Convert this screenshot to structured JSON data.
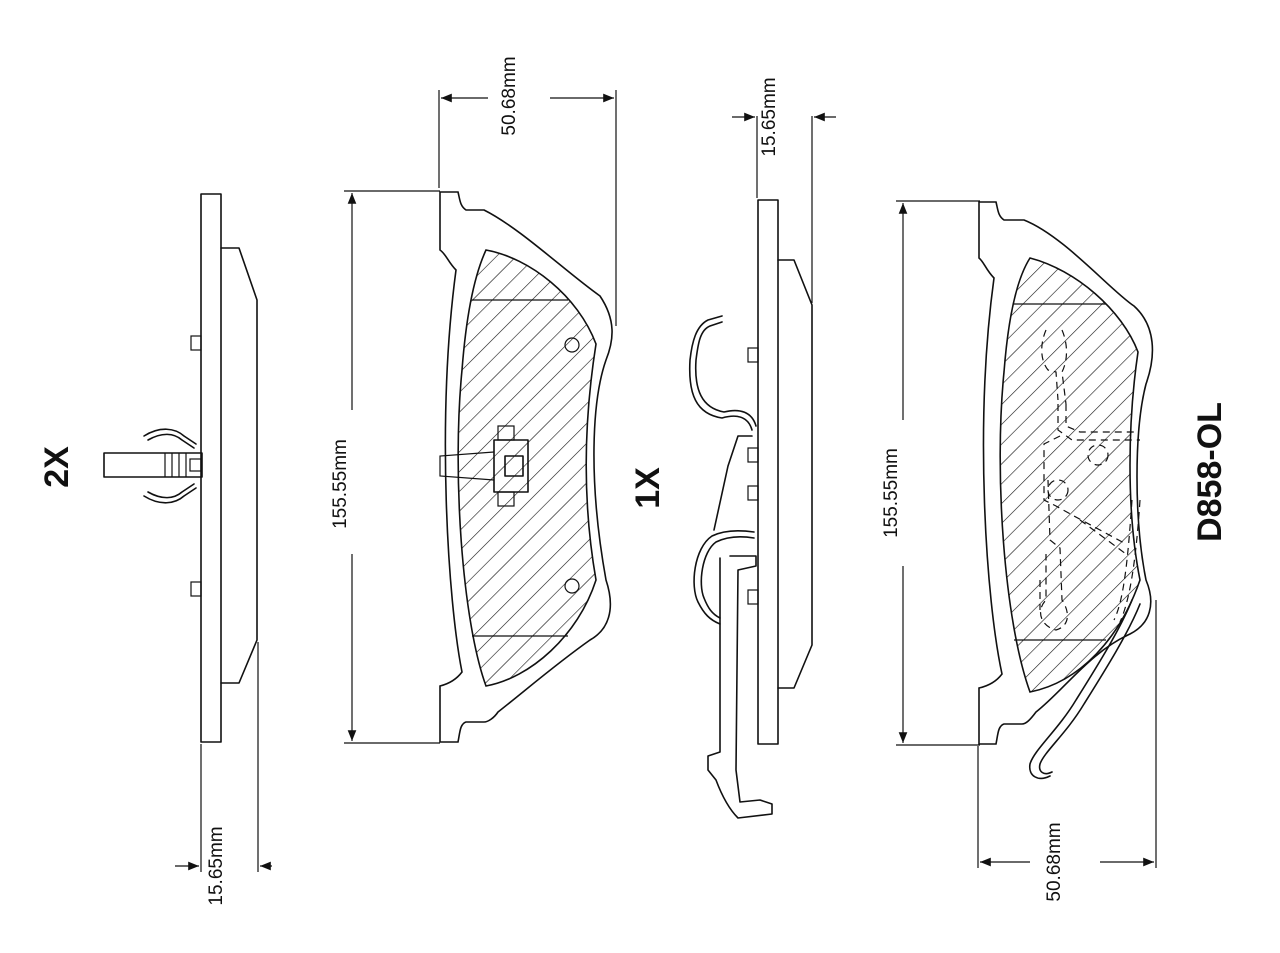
{
  "part_number": "D858-OL",
  "left_set": {
    "quantity": "2X",
    "height_label": "155.55mm",
    "width_label": "50.68mm",
    "thickness_label": "15.65mm"
  },
  "right_set": {
    "quantity": "1X",
    "height_label": "155.55mm",
    "width_label": "50.68mm",
    "thickness_label": "15.65mm"
  }
}
